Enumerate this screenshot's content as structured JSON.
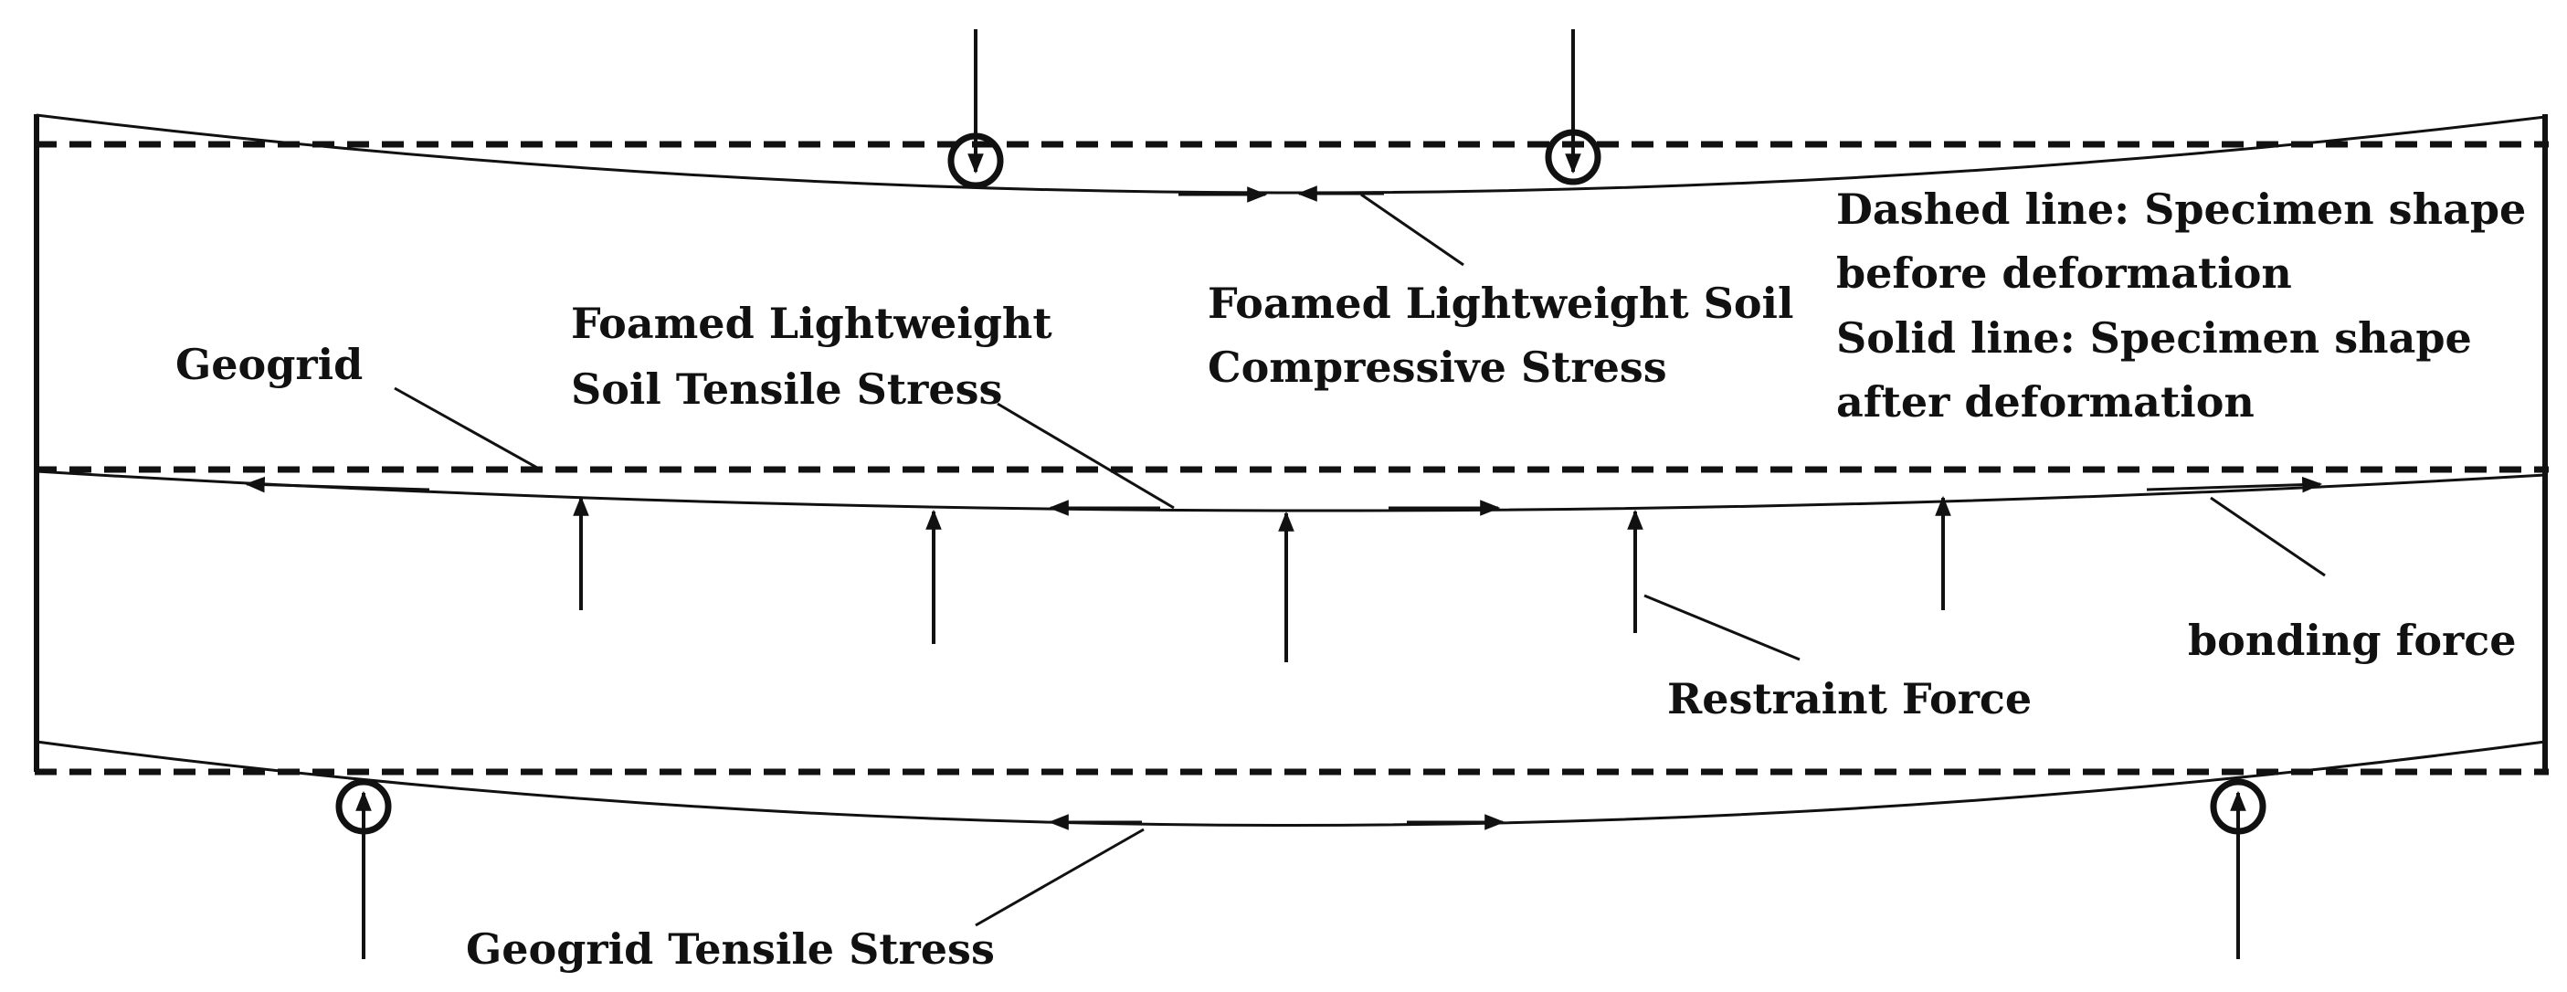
{
  "labels": {
    "geogrid": "Geogrid",
    "tensile_line1": "Foamed Lightweight",
    "tensile_line2": "Soil Tensile Stress",
    "compressive_line1": "Foamed Lightweight Soil",
    "compressive_line2": "Compressive Stress",
    "legend_line1": "Dashed line: Specimen shape",
    "legend_line2": "before deformation",
    "legend_line3": "Solid line: Specimen shape",
    "legend_line4": "after deformation",
    "bonding_force": "bonding force",
    "restraint_force": "Restraint Force",
    "geogrid_tensile": "Geogrid Tensile Stress"
  },
  "colors": {
    "ink": "#111111",
    "background": "#ffffff"
  },
  "icons": {
    "load_point": "circled-down-arrow-icon",
    "support_point": "circled-up-arrow-icon"
  }
}
